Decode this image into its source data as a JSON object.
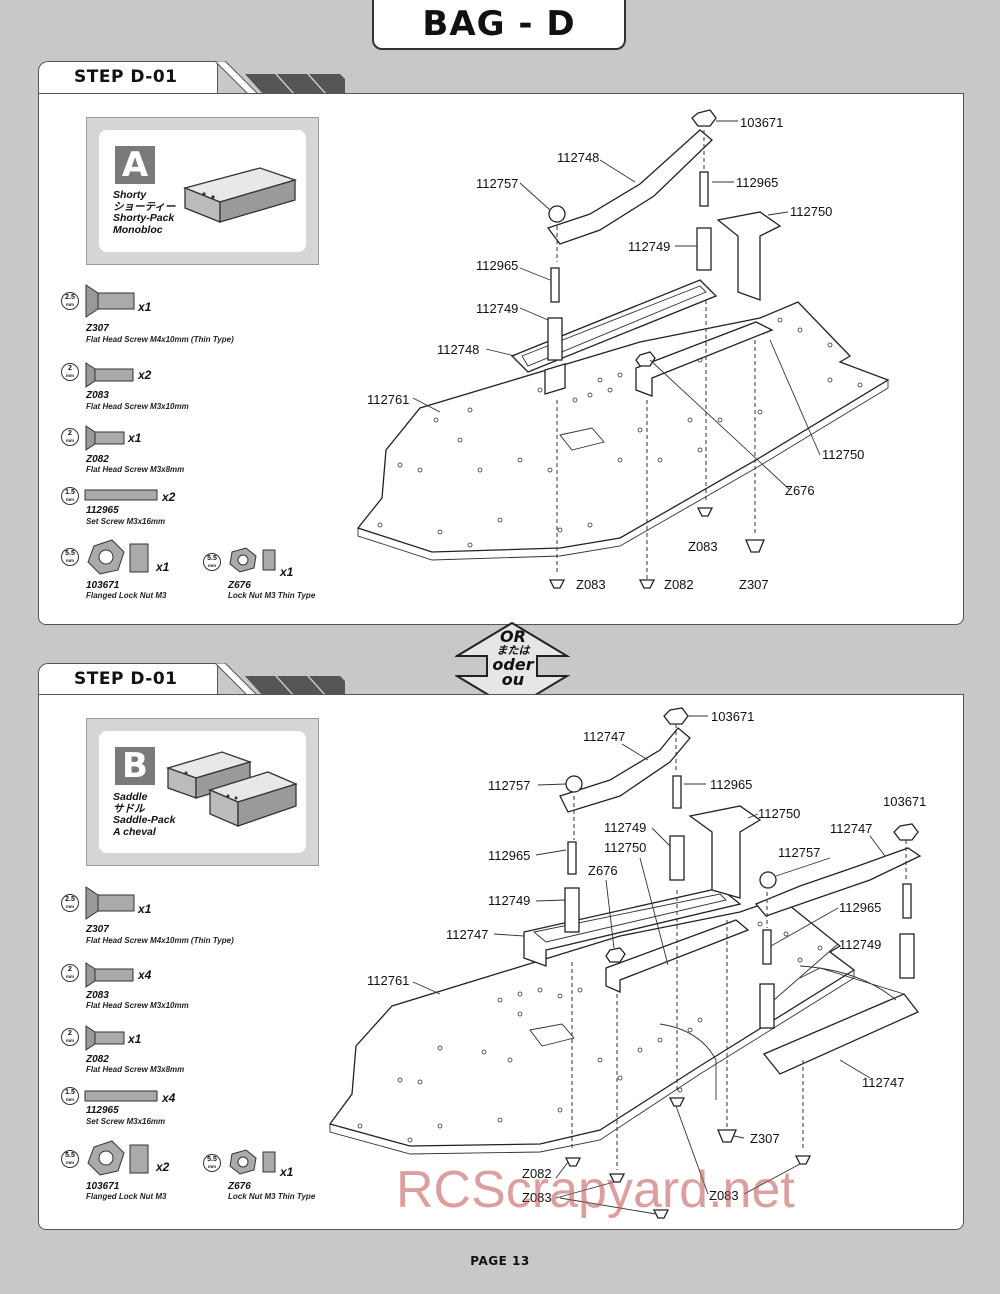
{
  "page_title": "BAG - D",
  "or_label": {
    "line1": "OR",
    "line2": "または",
    "line3": "oder",
    "line4": "ou"
  },
  "page_number": "PAGE 13",
  "watermark": "RCScrapyard.net",
  "colors": {
    "background": "#c8c8c8",
    "panel": "#ffffff",
    "badge": "#7a7a7a",
    "watermark": "#be5050"
  },
  "steps": [
    {
      "title": "STEP D-01",
      "battery": {
        "letter": "A",
        "names": "Shorty\nショーティー\nShorty-Pack\nMonobloc"
      },
      "hardware": [
        {
          "tool": "2.5",
          "unit": "mm",
          "qty": "x1",
          "code": "Z307",
          "desc": "Flat Head Screw M4x10mm (Thin Type)"
        },
        {
          "tool": "2",
          "unit": "mm",
          "qty": "x2",
          "code": "Z083",
          "desc": "Flat Head Screw M3x10mm"
        },
        {
          "tool": "2",
          "unit": "mm",
          "qty": "x1",
          "code": "Z082",
          "desc": "Flat Head Screw M3x8mm"
        },
        {
          "tool": "1.5",
          "unit": "mm",
          "qty": "x2",
          "code": "112965",
          "desc": "Set Screw M3x16mm"
        },
        {
          "tool": "5.5",
          "unit": "mm",
          "qty": "x1",
          "code": "103671",
          "desc": "Flanged Lock Nut M3"
        },
        {
          "tool": "5.5",
          "unit": "mm",
          "qty": "x1",
          "code": "Z676",
          "desc": "Lock Nut M3 Thin Type"
        }
      ],
      "callouts": [
        "103671",
        "112748",
        "112965",
        "112757",
        "112750",
        "112749",
        "112965",
        "112749",
        "112748",
        "112761",
        "112750",
        "Z676",
        "Z083",
        "Z307",
        "Z083",
        "Z082"
      ]
    },
    {
      "title": "STEP D-01",
      "battery": {
        "letter": "B",
        "names": "Saddle\nサドル\nSaddle-Pack\nA cheval"
      },
      "hardware": [
        {
          "tool": "2.5",
          "unit": "mm",
          "qty": "x1",
          "code": "Z307",
          "desc": "Flat Head Screw M4x10mm (Thin Type)"
        },
        {
          "tool": "2",
          "unit": "mm",
          "qty": "x4",
          "code": "Z083",
          "desc": "Flat Head Screw M3x10mm"
        },
        {
          "tool": "2",
          "unit": "mm",
          "qty": "x1",
          "code": "Z082",
          "desc": "Flat Head Screw M3x8mm"
        },
        {
          "tool": "1.5",
          "unit": "mm",
          "qty": "x4",
          "code": "112965",
          "desc": "Set Screw M3x16mm"
        },
        {
          "tool": "5.5",
          "unit": "mm",
          "qty": "x2",
          "code": "103671",
          "desc": "Flanged Lock Nut M3"
        },
        {
          "tool": "5.5",
          "unit": "mm",
          "qty": "x1",
          "code": "Z676",
          "desc": "Lock Nut M3 Thin Type"
        }
      ],
      "callouts": [
        "103671",
        "112747",
        "112757",
        "112965",
        "112750",
        "103671",
        "112749",
        "112750",
        "112747",
        "112757",
        "112965",
        "Z676",
        "112965",
        "112749",
        "112749",
        "112747",
        "112761",
        "112747",
        "Z307",
        "Z082",
        "Z083",
        "Z083"
      ]
    }
  ]
}
